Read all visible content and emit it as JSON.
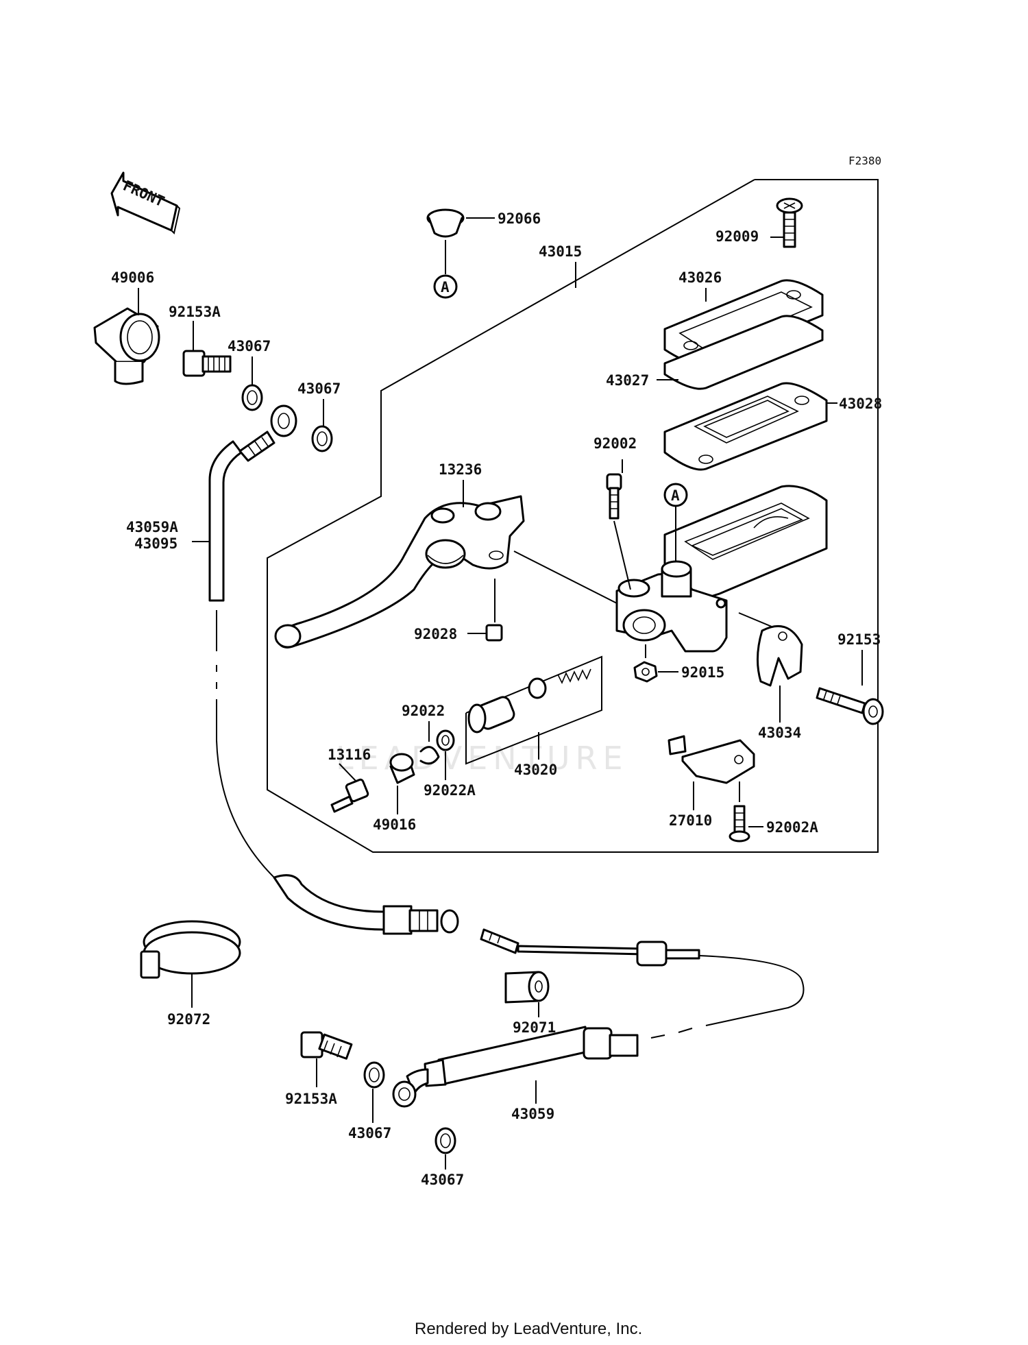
{
  "figure_id": "F2380",
  "front_label": "FRONT",
  "callout_a": "A",
  "watermark": "LEADVENTURE",
  "footer": "Rendered by LeadVenture, Inc.",
  "labels": {
    "p49006": "49006",
    "p92153A_top": "92153A",
    "p43067_a": "43067",
    "p43067_b": "43067",
    "p43059A": "43059A",
    "p43095": "43095",
    "p92066": "92066",
    "p43015": "43015",
    "p92009": "92009",
    "p43026": "43026",
    "p43027": "43027",
    "p43028": "43028",
    "p92002": "92002",
    "p13236": "13236",
    "p92028": "92028",
    "p92153": "92153",
    "p92015": "92015",
    "p43034": "43034",
    "p92022": "92022",
    "p13116": "13116",
    "p92022A": "92022A",
    "p43020": "43020",
    "p49016": "49016",
    "p27010": "27010",
    "p92002A": "92002A",
    "p92072": "92072",
    "p92071": "92071",
    "p92153A_bot": "92153A",
    "p43067_c": "43067",
    "p43059": "43059",
    "p43067_d": "43067"
  }
}
